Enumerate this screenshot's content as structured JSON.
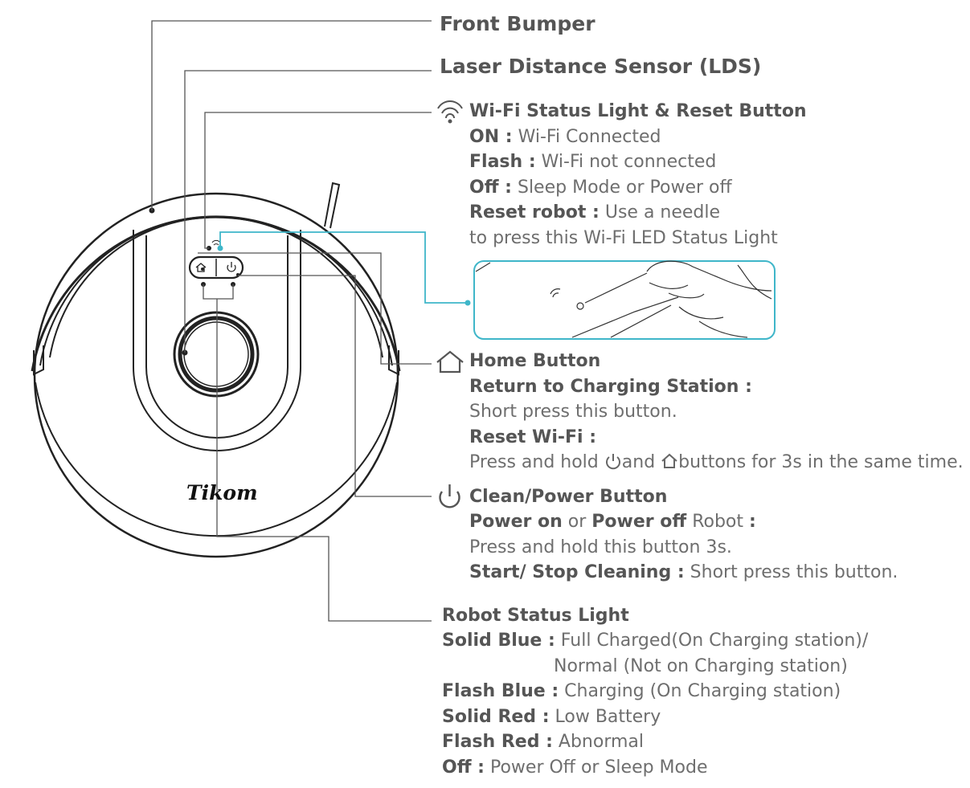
{
  "robot": {
    "brand": "Tikom"
  },
  "labels": {
    "front_bumper": "Front Bumper",
    "lds": "Laser Distance Sensor (LDS)"
  },
  "wifi": {
    "title": "Wi-Fi Status Light & Reset Button",
    "on_label": "ON :",
    "on_text": " Wi-Fi Connected",
    "flash_label": "Flash :",
    "flash_text": " Wi-Fi not connected",
    "off_label": "Off :",
    "off_text": " Sleep Mode or Power off",
    "reset_label": "Reset robot :",
    "reset_text": " Use a needle",
    "reset_text2": "to press this Wi-Fi LED Status Light"
  },
  "home": {
    "title": "Home Button",
    "return_label": "Return to Charging Station :",
    "return_text": "Short press this button.",
    "resetwifi_label": "Reset Wi-Fi :",
    "resetwifi_pre": "Press and hold",
    "resetwifi_and": "and",
    "resetwifi_post": "buttons for 3s in the same time."
  },
  "power": {
    "title": "Clean/Power Button",
    "power_on": "Power on",
    "or": " or ",
    "power_off": "Power off",
    "robot": " Robot ",
    "colon": ":",
    "hold_text": "Press and hold this button 3s.",
    "start_label": "Start/ Stop Cleaning :",
    "start_text": " Short press this button."
  },
  "status": {
    "title": "Robot Status Light",
    "solid_blue_label": "Solid Blue :",
    "solid_blue_text": " Full Charged(On Charging station)/",
    "solid_blue_text2": "Normal (Not on Charging station)",
    "flash_blue_label": "Flash Blue :",
    "flash_blue_text": " Charging (On Charging station)",
    "solid_red_label": "Solid Red :",
    "solid_red_text": " Low Battery",
    "flash_red_label": "Flash Red :",
    "flash_red_text": " Abnormal",
    "off_label": "Off :",
    "off_text": " Power Off or Sleep Mode"
  },
  "colors": {
    "line": "#555555",
    "accent": "#3fb6c9",
    "text": "#5a5a5a"
  },
  "icons": [
    "wifi-icon",
    "home-icon",
    "power-icon"
  ]
}
